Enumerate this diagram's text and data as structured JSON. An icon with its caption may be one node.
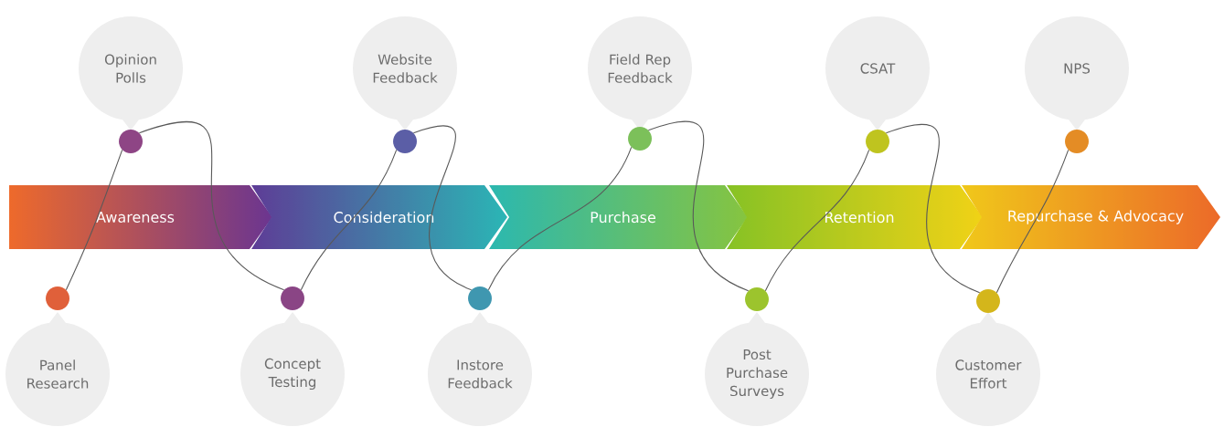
{
  "diagram": {
    "nodes": [
      {
        "text": [
          "Awareness"
        ]
      },
      {
        "text": [
          "Consideration"
        ]
      },
      {
        "text": [
          "Purchase"
        ]
      },
      {
        "text": [
          "Retention"
        ]
      },
      {
        "text": [
          "Repurchase & Advocacy"
        ]
      },
      {
        "text": [
          "Panel Research"
        ]
      },
      {
        "text": [
          "Opinion Polls"
        ]
      },
      {
        "text": [
          "Concept Testing"
        ]
      },
      {
        "text": [
          "Website Feedback"
        ]
      },
      {
        "text": [
          "Instore Feedback"
        ]
      },
      {
        "text": [
          "Field Rep Feedback"
        ]
      },
      {
        "text": [
          "Post Purchase Surveys"
        ]
      },
      {
        "text": [
          "CSAT"
        ]
      },
      {
        "text": [
          "Customer Effort"
        ]
      },
      {
        "text": [
          "NPS"
        ]
      },
      {
        "text": [],
        "shape": "circle"
      },
      {
        "text": [],
        "shape": "circle"
      },
      {
        "text": [],
        "shape": "circle"
      },
      {
        "text": [],
        "shape": "circle"
      },
      {
        "text": [],
        "shape": "circle"
      },
      {
        "text": [],
        "shape": "circle"
      },
      {
        "text": [],
        "shape": "circle"
      },
      {
        "text": [],
        "shape": "circle"
      },
      {
        "text": [],
        "shape": "circle"
      },
      {
        "text": [],
        "shape": "circle"
      }
    ],
    "edges": [
      {
        "from": 15,
        "to": 16,
        "arrow": "none"
      },
      {
        "from": 16,
        "to": 17,
        "arrow": "none"
      },
      {
        "from": 17,
        "to": 18,
        "arrow": "none"
      },
      {
        "from": 18,
        "to": 19,
        "arrow": "none"
      },
      {
        "from": 19,
        "to": 20,
        "arrow": "none"
      },
      {
        "from": 20,
        "to": 21,
        "arrow": "none"
      },
      {
        "from": 21,
        "to": 22,
        "arrow": "none"
      },
      {
        "from": 22,
        "to": 23,
        "arrow": "none"
      },
      {
        "from": 23,
        "to": 24,
        "arrow": "none"
      }
    ]
  }
}
